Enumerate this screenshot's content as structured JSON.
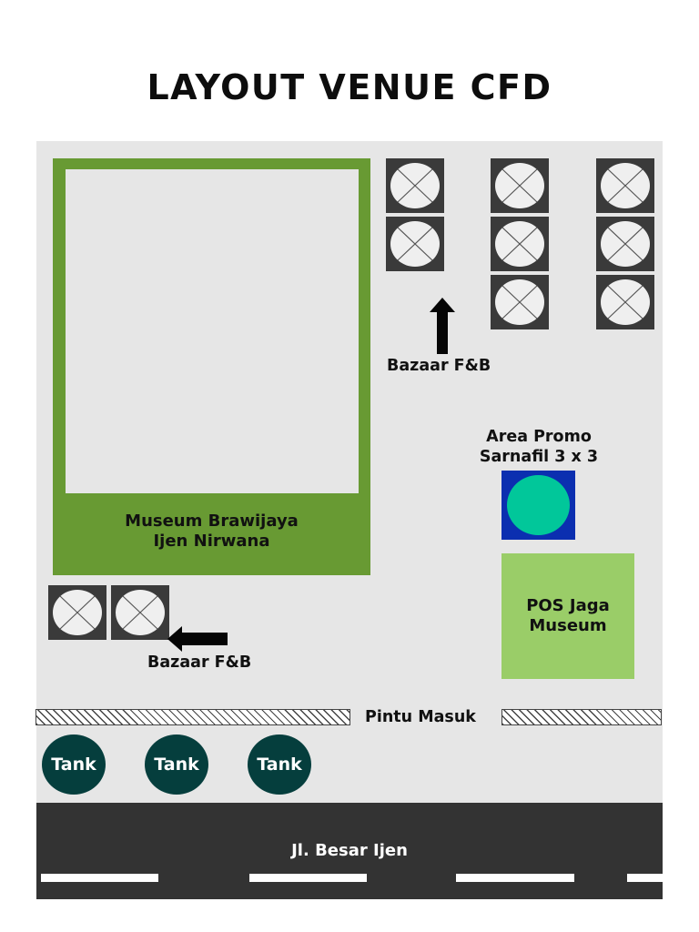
{
  "title": "LAYOUT VENUE CFD",
  "museum": {
    "line1": "Museum Brawijaya",
    "line2": "Ijen Nirwana"
  },
  "bazaar_top": {
    "label": "Bazaar F&B",
    "arrow": "arrow-up-icon"
  },
  "bazaar_left": {
    "label": "Bazaar F&B",
    "arrow": "arrow-left-icon"
  },
  "stall_icon": "stall-x-icon",
  "promo": {
    "line1": "Area Promo",
    "line2": "Sarnafil 3 x 3"
  },
  "pos": {
    "line1": "POS Jaga",
    "line2": "Museum"
  },
  "entrance": {
    "label": "Pintu Masuk"
  },
  "tanks": [
    "Tank",
    "Tank",
    "Tank"
  ],
  "road": {
    "label": "Jl. Besar Ijen"
  },
  "colors": {
    "museum_green": "#689a33",
    "pos_green": "#9acd68",
    "promo_blue": "#0b2fb0",
    "promo_circle": "#01c79a",
    "tank": "#053e3d",
    "road": "#333333",
    "venue_bg": "#e6e6e6"
  }
}
